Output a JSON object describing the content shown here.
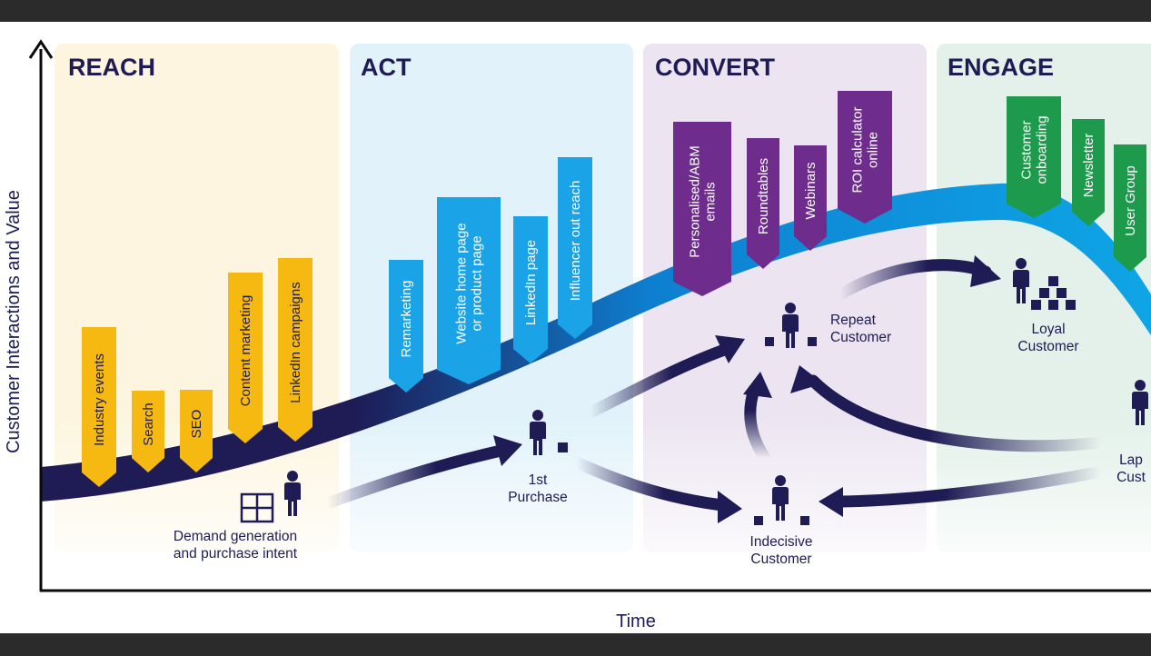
{
  "axes": {
    "y_label": "Customer Interactions and Value",
    "x_label": "Time"
  },
  "colors": {
    "navy": "#1e1b55",
    "curve": "#0ea5e6",
    "reach_bg": "#fdf5df",
    "act_bg": "#e1f2fa",
    "convert_bg": "#ece5f1",
    "engage_bg": "#e3f1ea",
    "reach_tag": "#f6b912",
    "act_tag": "#1aa3e6",
    "convert_tag": "#6e2c8c",
    "engage_tag": "#1e9a4c"
  },
  "phases": [
    {
      "id": "reach",
      "title": "REACH",
      "tags": [
        "Industry events",
        "Search",
        "SEO",
        "Content marketing",
        "LinkedIn campaigns"
      ]
    },
    {
      "id": "act",
      "title": "ACT",
      "tags": [
        "Remarketing",
        "Website home page or product page",
        "LinkedIn page",
        "Influencer out reach"
      ]
    },
    {
      "id": "convert",
      "title": "CONVERT",
      "tags": [
        "Personalised/ABM emails",
        "Roundtables",
        "Webinars",
        "ROI calculator online"
      ]
    },
    {
      "id": "engage",
      "title": "ENGAGE",
      "tags": [
        "Customer onboarding",
        "Newsletter",
        "User Group"
      ]
    }
  ],
  "nodes": [
    {
      "id": "demand",
      "label": [
        "Demand generation",
        "and purchase intent"
      ],
      "icon": "person-with-grid-icon"
    },
    {
      "id": "first",
      "label": [
        "1st",
        "Purchase"
      ],
      "icon": "person-with-block-icon"
    },
    {
      "id": "repeat",
      "label": [
        "Repeat",
        "Customer"
      ],
      "icon": "person-with-blocks-icon"
    },
    {
      "id": "indecisive",
      "label": [
        "Indecisive",
        "Customer"
      ],
      "icon": "person-with-blocks-icon"
    },
    {
      "id": "loyal",
      "label": [
        "Loyal",
        "Customer"
      ],
      "icon": "person-with-block-stack-icon"
    },
    {
      "id": "lapsed",
      "label": [
        "Lap",
        "Cust"
      ],
      "icon": "person-icon"
    }
  ]
}
